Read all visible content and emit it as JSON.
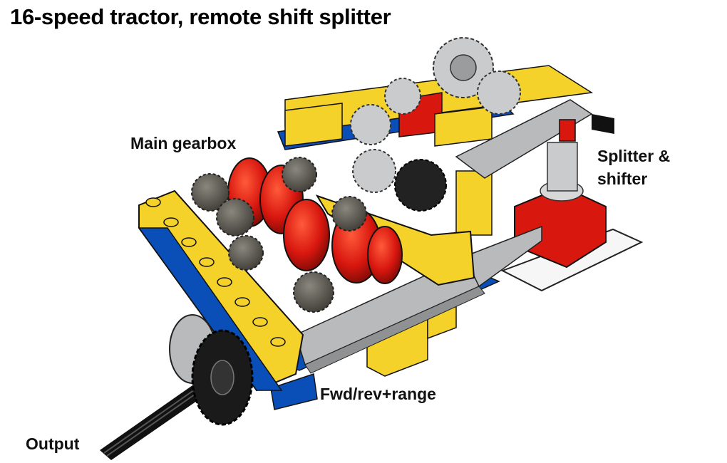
{
  "title": "16-speed tractor, remote shift splitter",
  "labels": {
    "main_gearbox": "Main gearbox",
    "splitter_line1": "Splitter &",
    "splitter_line2": "shifter",
    "fwd_rev_range": "Fwd/rev+range",
    "output": "Output"
  },
  "colors": {
    "yellow": "#f5d22a",
    "red": "#d8170f",
    "blue": "#0a4fb8",
    "light_gray": "#b8babc",
    "dark_gray": "#5f5c54",
    "black": "#111111",
    "white": "#f4f4f4"
  }
}
